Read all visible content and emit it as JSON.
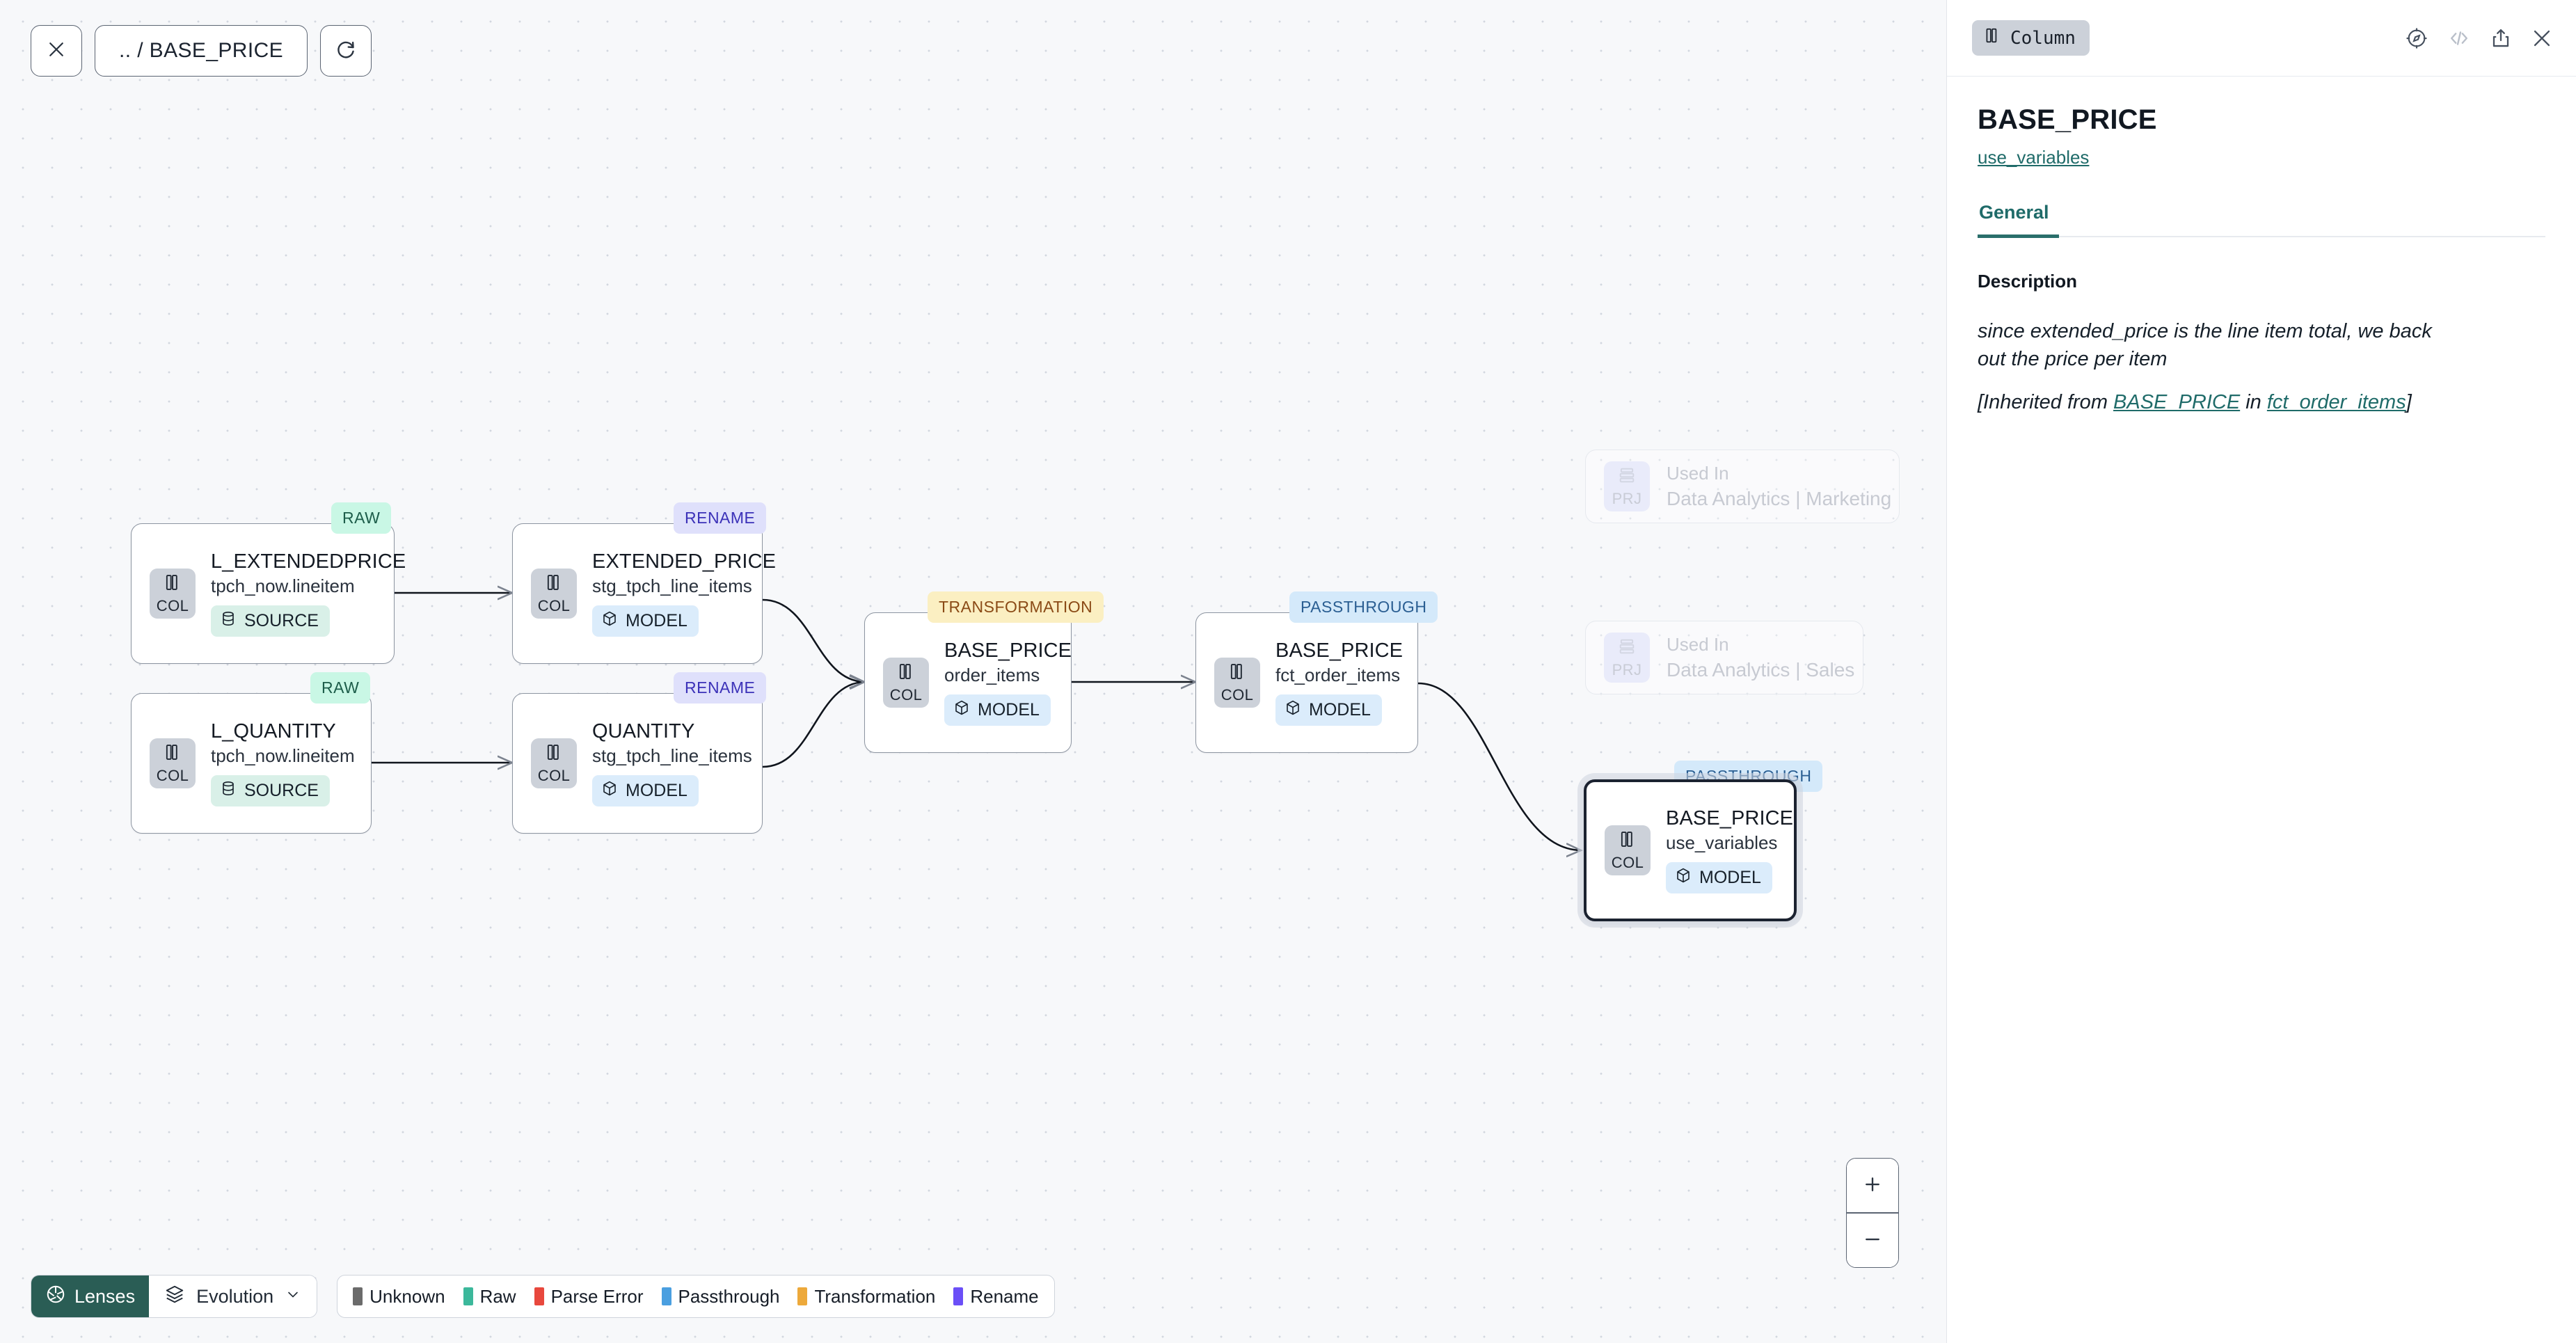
{
  "toolbar": {
    "close_icon": "close-icon",
    "breadcrumb": ".. / BASE_PRICE",
    "refresh_icon": "refresh-icon"
  },
  "graph": {
    "nodes": [
      {
        "id": "n1",
        "badge": "RAW",
        "badge_kind": "raw",
        "chip": "COL",
        "title": "L_EXTENDEDPRICE",
        "subtitle": "tpch_now.lineitem",
        "pill": "SOURCE",
        "pill_kind": "source",
        "selected": false
      },
      {
        "id": "n2",
        "badge": "RAW",
        "badge_kind": "raw",
        "chip": "COL",
        "title": "L_QUANTITY",
        "subtitle": "tpch_now.lineitem",
        "pill": "SOURCE",
        "pill_kind": "source",
        "selected": false
      },
      {
        "id": "n3",
        "badge": "RENAME",
        "badge_kind": "rename",
        "chip": "COL",
        "title": "EXTENDED_PRICE",
        "subtitle": "stg_tpch_line_items",
        "pill": "MODEL",
        "pill_kind": "model",
        "selected": false
      },
      {
        "id": "n4",
        "badge": "RENAME",
        "badge_kind": "rename",
        "chip": "COL",
        "title": "QUANTITY",
        "subtitle": "stg_tpch_line_items",
        "pill": "MODEL",
        "pill_kind": "model",
        "selected": false
      },
      {
        "id": "n5",
        "badge": "TRANSFORMATION",
        "badge_kind": "transformation",
        "chip": "COL",
        "title": "BASE_PRICE",
        "subtitle": "order_items",
        "pill": "MODEL",
        "pill_kind": "model",
        "selected": false
      },
      {
        "id": "n6",
        "badge": "PASSTHROUGH",
        "badge_kind": "passthrough",
        "chip": "COL",
        "title": "BASE_PRICE",
        "subtitle": "fct_order_items",
        "pill": "MODEL",
        "pill_kind": "model",
        "selected": false
      },
      {
        "id": "n7",
        "badge": "PASSTHROUGH",
        "badge_kind": "passthrough",
        "chip": "COL",
        "title": "BASE_PRICE",
        "subtitle": "use_variables",
        "pill": "MODEL",
        "pill_kind": "model",
        "selected": true
      }
    ],
    "ghost_cards": [
      {
        "chip": "PRJ",
        "line1": "Used In",
        "line2": "Data Analytics | Marketing"
      },
      {
        "chip": "PRJ",
        "line1": "Used In",
        "line2": "Data Analytics | Sales"
      }
    ]
  },
  "bottom": {
    "lenses_label": "Lenses",
    "lenses_icon": "aperture-icon",
    "evolution_label": "Evolution",
    "evolution_icon": "layers-icon",
    "chevron_icon": "chevron-down-icon",
    "legend": [
      {
        "label": "Unknown",
        "color": "#6b6b6b"
      },
      {
        "label": "Raw",
        "color": "#3cb89b"
      },
      {
        "label": "Parse Error",
        "color": "#e8483d"
      },
      {
        "label": "Passthrough",
        "color": "#4a9fe0"
      },
      {
        "label": "Transformation",
        "color": "#eda93b"
      },
      {
        "label": "Rename",
        "color": "#6b4ff7"
      }
    ]
  },
  "zoom_controls": {
    "zoom_in": "+",
    "zoom_out": "−"
  },
  "panel": {
    "type_chip": "Column",
    "type_chip_icon": "column-icon",
    "icons": {
      "explore": "compass-icon",
      "code": "code-icon",
      "share": "share-icon",
      "close": "close-icon"
    },
    "title": "BASE_PRICE",
    "model_link": "use_variables",
    "tabs": [
      {
        "label": "General",
        "active": true
      }
    ],
    "description_label": "Description",
    "description_text": "since extended_price is the line item total, we back out the price per item",
    "inherited_prefix": "[Inherited from ",
    "inherited_link_1": "BASE_PRICE",
    "inherited_mid": " in ",
    "inherited_link_2": "fct_order_items",
    "inherited_suffix": "]"
  },
  "colors": {
    "accent_teal": "#1f6b69",
    "lenses_bg": "#2a5d55",
    "canvas_bg": "#f7f8fa"
  }
}
